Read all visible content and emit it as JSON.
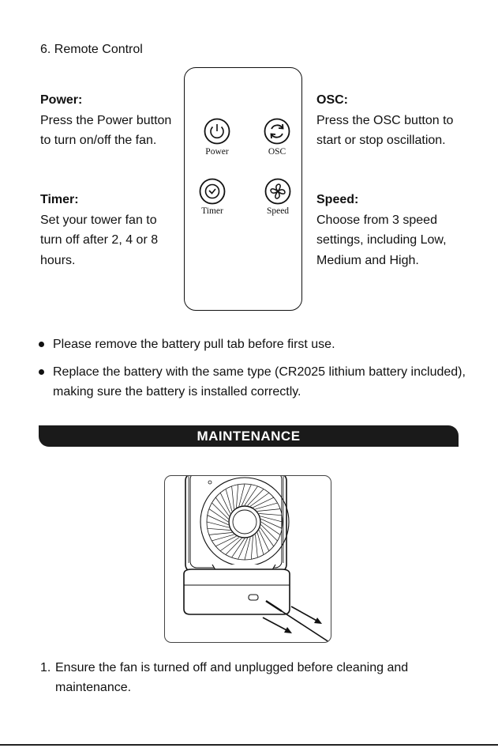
{
  "section_title": "6. Remote Control",
  "power": {
    "title": "Power:",
    "desc": "Press the Power button to turn on/off the fan."
  },
  "timer": {
    "title": "Timer:",
    "desc": "Set your tower fan to turn off after 2, 4 or 8 hours."
  },
  "osc": {
    "title": "OSC:",
    "desc": "Press the OSC button to start or stop oscillation."
  },
  "speed": {
    "title": "Speed:",
    "desc": "Choose from 3 speed settings, including Low, Medium and High."
  },
  "remote": {
    "power_label": "Power",
    "osc_label": "OSC",
    "timer_label": "Timer",
    "speed_label": "Speed"
  },
  "bullets": [
    "Please remove the battery pull tab before first use.",
    "Replace the battery with the same type (CR2025 lithium battery included), making sure the battery is installed correctly."
  ],
  "banner": "MAINTENANCE",
  "steps": [
    {
      "num": "1.",
      "text": "Ensure the fan is turned off and unplugged before cleaning and maintenance."
    }
  ]
}
